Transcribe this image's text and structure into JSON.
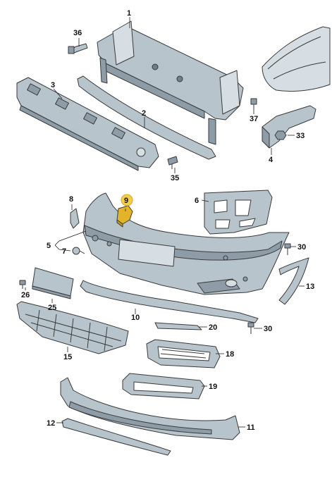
{
  "colors": {
    "part_fill": "#b7c4cc",
    "part_dark": "#8d9ca6",
    "part_light": "#d6dee3",
    "highlight_fill": "#e3b42a",
    "highlight_circle": "#f2cf4a",
    "line": "#3a3a3a",
    "background": "#ffffff"
  },
  "callouts": [
    {
      "id": "1",
      "text": "1"
    },
    {
      "id": "2",
      "text": "2"
    },
    {
      "id": "3",
      "text": "3"
    },
    {
      "id": "4",
      "text": "4"
    },
    {
      "id": "5",
      "text": "5"
    },
    {
      "id": "6",
      "text": "6"
    },
    {
      "id": "7",
      "text": "7"
    },
    {
      "id": "8",
      "text": "8"
    },
    {
      "id": "9",
      "text": "9"
    },
    {
      "id": "10",
      "text": "10"
    },
    {
      "id": "11",
      "text": "11"
    },
    {
      "id": "12",
      "text": "12"
    },
    {
      "id": "13",
      "text": "13"
    },
    {
      "id": "15",
      "text": "15"
    },
    {
      "id": "18",
      "text": "18"
    },
    {
      "id": "19",
      "text": "19"
    },
    {
      "id": "20",
      "text": "20"
    },
    {
      "id": "25",
      "text": "25"
    },
    {
      "id": "26",
      "text": "26"
    },
    {
      "id": "30a",
      "text": "30"
    },
    {
      "id": "30b",
      "text": "30"
    },
    {
      "id": "33",
      "text": "33"
    },
    {
      "id": "35",
      "text": "35"
    },
    {
      "id": "36",
      "text": "36"
    },
    {
      "id": "37",
      "text": "37"
    }
  ],
  "highlighted_part": "9"
}
